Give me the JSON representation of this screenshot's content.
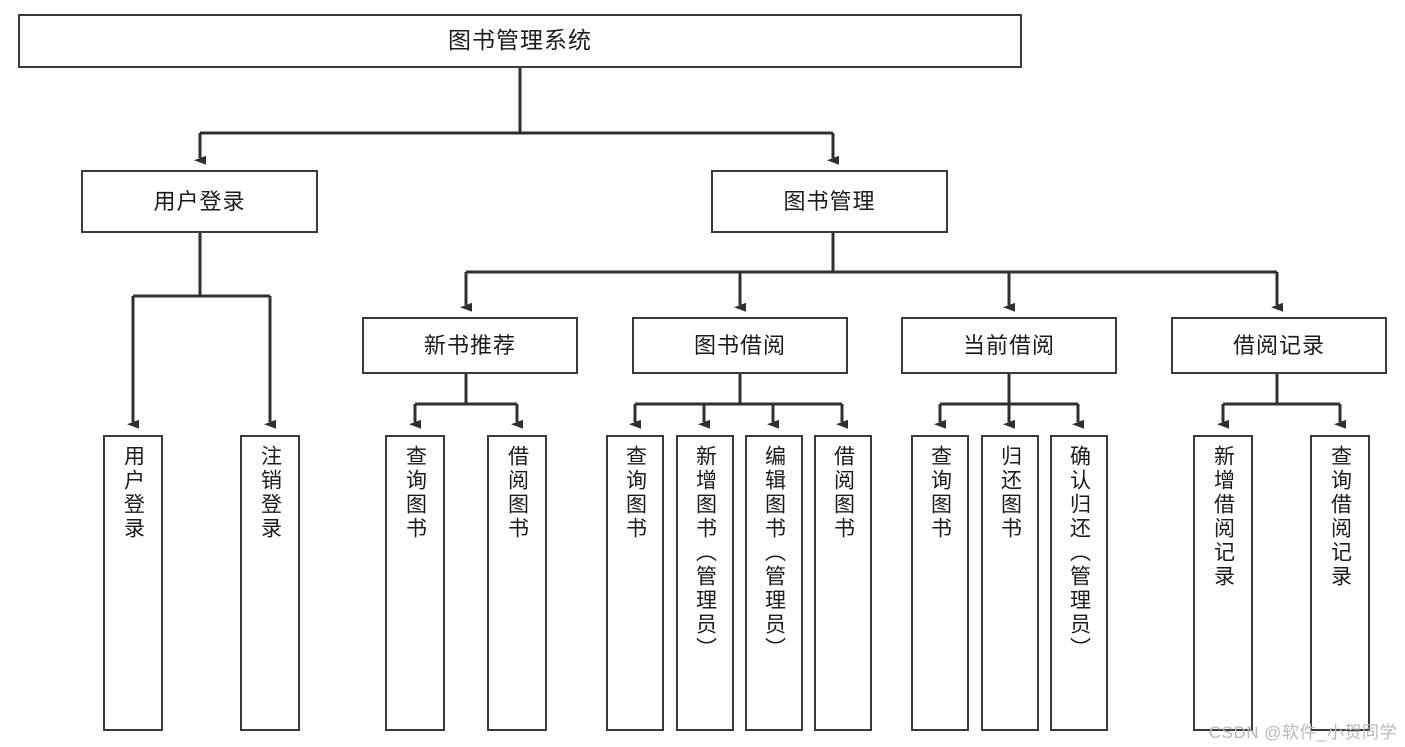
{
  "diagram": {
    "title": "图书管理系统",
    "type": "tree",
    "orientation": "top-down",
    "colors": {
      "box_border": "#3a3a3a",
      "box_fill": "#ffffff",
      "connector": "#2f2f2f",
      "text": "#1b1b1b",
      "watermark": "#b9b9b9",
      "background": "#ffffff"
    },
    "root": {
      "id": "root",
      "label": "图书管理系统",
      "orientation": "horizontal"
    },
    "level1": [
      {
        "id": "user-login",
        "label": "用户登录",
        "orientation": "horizontal",
        "children": [
          {
            "id": "user-login-do",
            "label": "用户登录",
            "orientation": "vertical"
          },
          {
            "id": "user-logout",
            "label": "注销登录",
            "orientation": "vertical"
          }
        ]
      },
      {
        "id": "book-management",
        "label": "图书管理",
        "orientation": "horizontal",
        "children": [
          {
            "id": "new-book-recommend",
            "label": "新书推荐",
            "orientation": "horizontal",
            "children": [
              {
                "id": "query-books-1",
                "label": "查询图书",
                "orientation": "vertical"
              },
              {
                "id": "borrow-books-1",
                "label": "借阅图书",
                "orientation": "vertical"
              }
            ]
          },
          {
            "id": "book-borrow",
            "label": "图书借阅",
            "orientation": "horizontal",
            "children": [
              {
                "id": "query-books-2",
                "label": "查询图书",
                "orientation": "vertical"
              },
              {
                "id": "add-book-admin",
                "label": "新增图书（管理员）",
                "orientation": "vertical"
              },
              {
                "id": "edit-book-admin",
                "label": "编辑图书（管理员）",
                "orientation": "vertical"
              },
              {
                "id": "borrow-books-2",
                "label": "借阅图书",
                "orientation": "vertical"
              }
            ]
          },
          {
            "id": "current-borrow",
            "label": "当前借阅",
            "orientation": "horizontal",
            "children": [
              {
                "id": "query-books-3",
                "label": "查询图书",
                "orientation": "vertical"
              },
              {
                "id": "return-books",
                "label": "归还图书",
                "orientation": "vertical"
              },
              {
                "id": "confirm-return-admin",
                "label": "确认归还（管理员）",
                "orientation": "vertical"
              }
            ]
          },
          {
            "id": "borrow-records",
            "label": "借阅记录",
            "orientation": "horizontal",
            "children": [
              {
                "id": "add-borrow-record",
                "label": "新增借阅记录",
                "orientation": "vertical"
              },
              {
                "id": "query-borrow-record",
                "label": "查询借阅记录",
                "orientation": "vertical"
              }
            ]
          }
        ]
      }
    ]
  },
  "watermark": {
    "text": "CSDN @软件_小贺同学"
  }
}
